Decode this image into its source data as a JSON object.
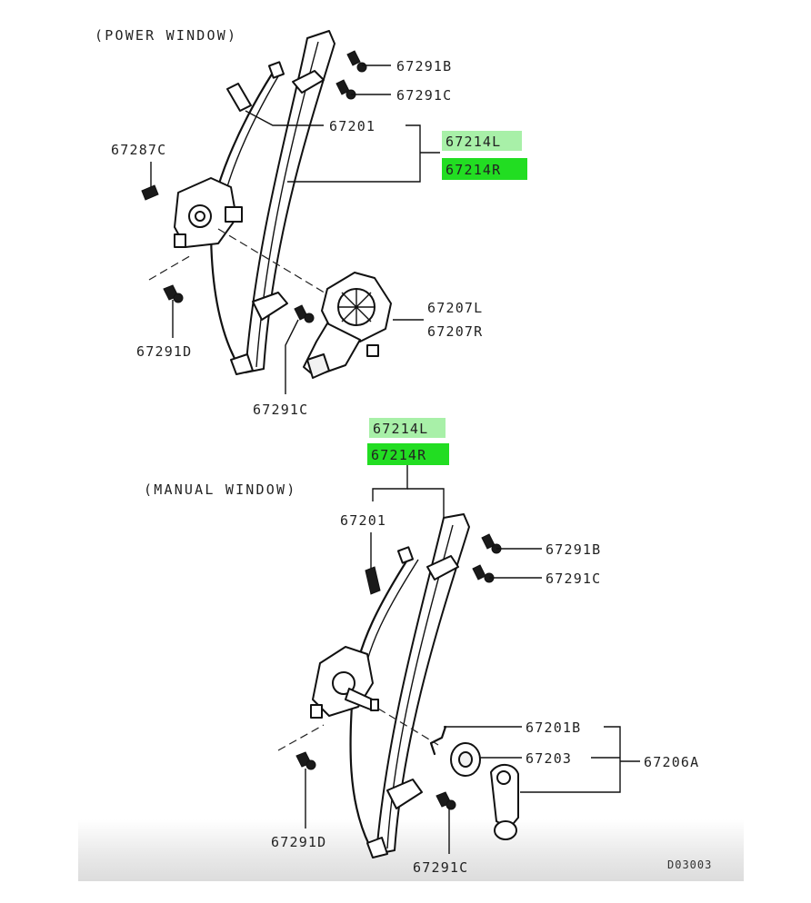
{
  "power_window": {
    "section_title": "(POWER WINDOW)",
    "labels": {
      "bolt_upper": "67291B",
      "bolt_upper_c": "67291C",
      "regulator": "67201",
      "assy_left": "67214L",
      "assy_right": "67214R",
      "bolt_side": "67287C",
      "motor_left": "67207L",
      "motor_right": "67207R",
      "bolt_lower_d": "67291D",
      "bolt_lower_c": "67291C"
    }
  },
  "manual_window": {
    "section_title": "(MANUAL WINDOW)",
    "labels": {
      "assy_left": "67214L",
      "assy_right": "67214R",
      "regulator": "67201",
      "bolt_upper": "67291B",
      "bolt_upper_c": "67291C",
      "spring": "67201B",
      "washer": "67203",
      "handle_set": "67206A",
      "bolt_lower_d": "67291D",
      "bolt_lower_c": "67291C"
    }
  },
  "reference_code": "D03003",
  "colors": {
    "highlight_light": "#a8f0a8",
    "highlight_strong": "#22dd22",
    "line": "#111111",
    "text": "#222222"
  }
}
